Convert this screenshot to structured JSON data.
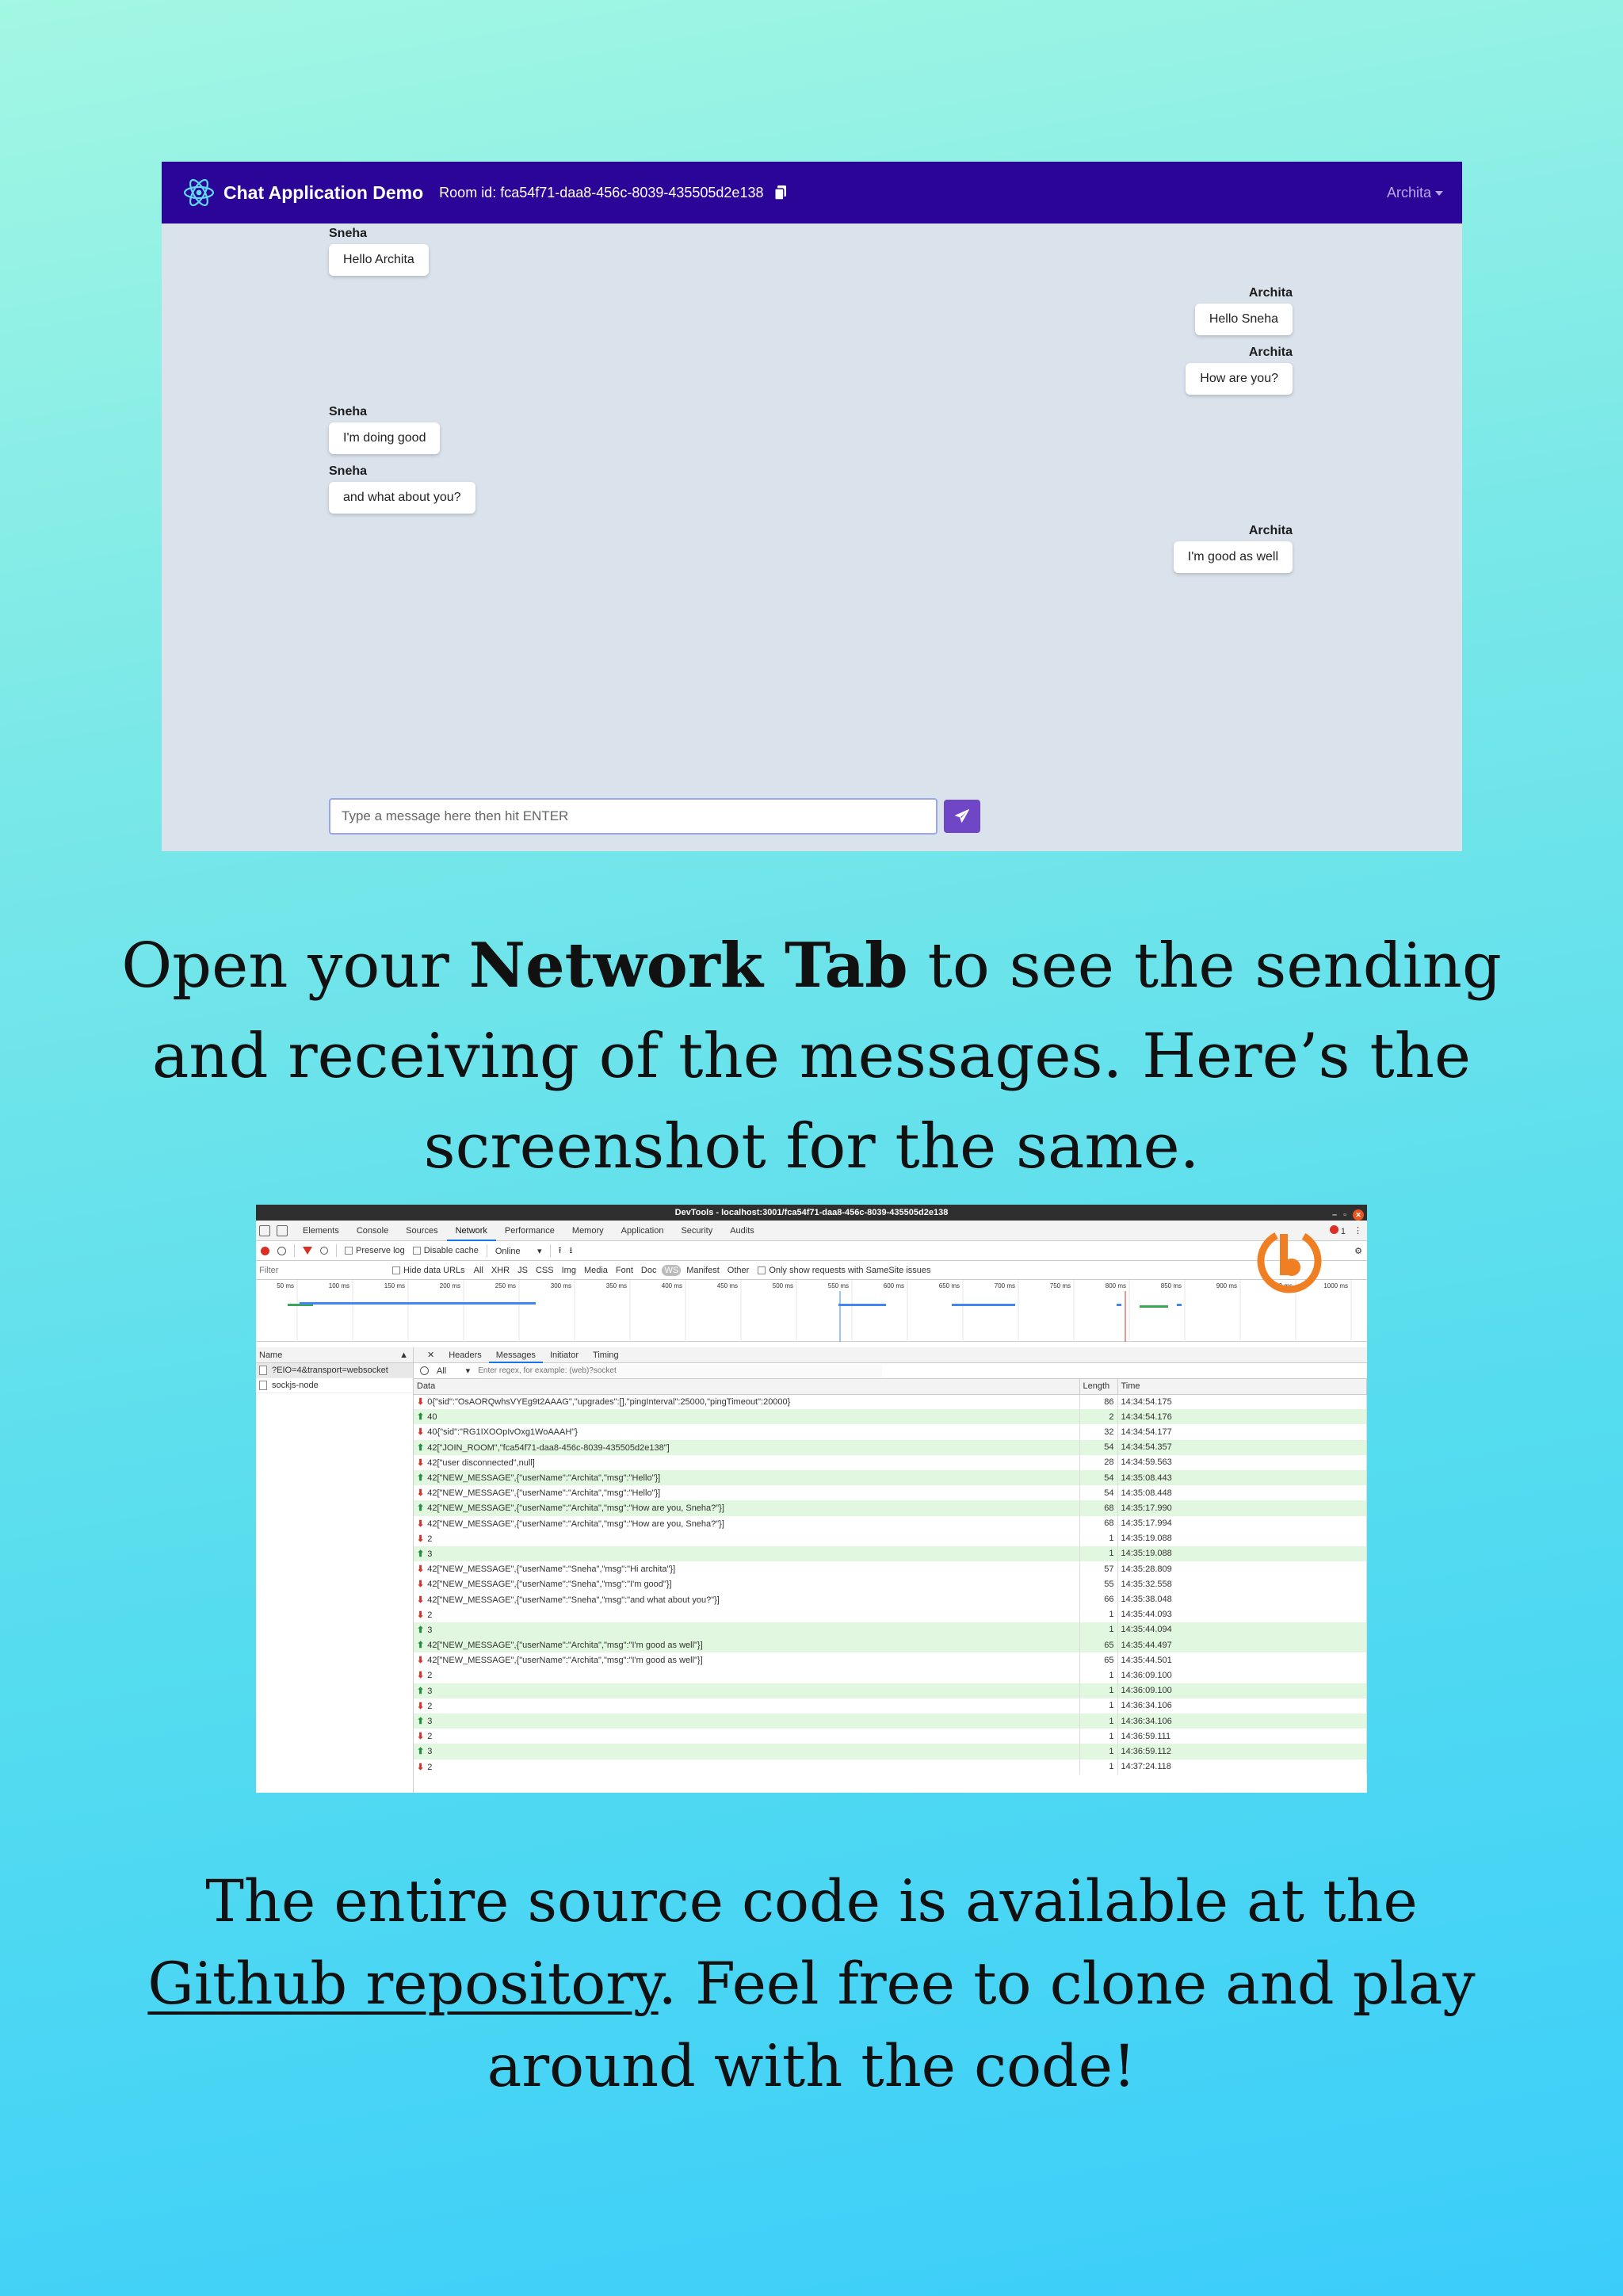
{
  "chat": {
    "brand": "Chat Application Demo",
    "room": "Room id: fca54f71-daa8-456c-8039-435505d2e138",
    "user_menu": "Archita",
    "messages": [
      {
        "who": "Sneha",
        "text": "Hello Archita",
        "side": "left"
      },
      {
        "who": "Archita",
        "text": "Hello Sneha",
        "side": "right"
      },
      {
        "who": "Archita",
        "text": "How are you?",
        "side": "right"
      },
      {
        "who": "Sneha",
        "text": "I'm doing good",
        "side": "left"
      },
      {
        "who": "Sneha",
        "text": "and what about you?",
        "side": "left"
      },
      {
        "who": "Archita",
        "text": "I'm good as well",
        "side": "right"
      }
    ],
    "input_placeholder": "Type a message here then hit ENTER"
  },
  "article": {
    "p1_before": "Open your ",
    "p1_bold": "Network Tab",
    "p1_after": " to see the sending and receiving of the messages. Here’s the screenshot for the same.",
    "p2_before": "The entire source code is available at the ",
    "p2_link": "Github repository",
    "p2_after": ". Feel free to clone and play around with the code!"
  },
  "devtools": {
    "title": "DevTools - localhost:3001/fca54f71-daa8-456c-8039-435505d2e138",
    "tabs": [
      "Elements",
      "Console",
      "Sources",
      "Network",
      "Performance",
      "Memory",
      "Application",
      "Security",
      "Audits"
    ],
    "active_tab": "Network",
    "error_count": "1",
    "toolbar": {
      "preserve_log": "Preserve log",
      "disable_cache": "Disable cache",
      "throttle": "Online"
    },
    "filter_placeholder": "Filter",
    "hide_data_urls": "Hide data URLs",
    "types": [
      "All",
      "XHR",
      "JS",
      "CSS",
      "Img",
      "Media",
      "Font",
      "Doc",
      "WS",
      "Manifest",
      "Other"
    ],
    "active_type": "WS",
    "samesite": "Only show requests with SameSite issues",
    "timeline_ticks": [
      "50 ms",
      "100 ms",
      "150 ms",
      "200 ms",
      "250 ms",
      "300 ms",
      "350 ms",
      "400 ms",
      "450 ms",
      "500 ms",
      "550 ms",
      "600 ms",
      "650 ms",
      "700 ms",
      "750 ms",
      "800 ms",
      "850 ms",
      "900 ms",
      "950 ms",
      "1000 ms"
    ],
    "names_header": "Name",
    "names": [
      "?EIO=4&transport=websocket",
      "sockjs-node"
    ],
    "subtabs": [
      "Headers",
      "Messages",
      "Initiator",
      "Timing"
    ],
    "active_subtab": "Messages",
    "msg_filter_option": "All",
    "regex_placeholder": "Enter regex, for example: (web)?socket",
    "columns": {
      "data": "Data",
      "length": "Length",
      "time": "Time"
    },
    "rows": [
      {
        "dir": "down",
        "data": "0{\"sid\":\"OsAORQwhsVYEg9t2AAAG\",\"upgrades\":[],\"pingInterval\":25000,\"pingTimeout\":20000}",
        "len": "86",
        "time": "14:34:54.175"
      },
      {
        "dir": "up",
        "data": "40",
        "len": "2",
        "time": "14:34:54.176"
      },
      {
        "dir": "down",
        "data": "40{\"sid\":\"RG1IXOOpIvOxg1WoAAAH\"}",
        "len": "32",
        "time": "14:34:54.177"
      },
      {
        "dir": "up",
        "data": "42[\"JOIN_ROOM\",\"fca54f71-daa8-456c-8039-435505d2e138\"]",
        "len": "54",
        "time": "14:34:54.357"
      },
      {
        "dir": "down",
        "data": "42[\"user disconnected\",null]",
        "len": "28",
        "time": "14:34:59.563"
      },
      {
        "dir": "up",
        "data": "42[\"NEW_MESSAGE\",{\"userName\":\"Archita\",\"msg\":\"Hello\"}]",
        "len": "54",
        "time": "14:35:08.443"
      },
      {
        "dir": "down",
        "data": "42[\"NEW_MESSAGE\",{\"userName\":\"Archita\",\"msg\":\"Hello\"}]",
        "len": "54",
        "time": "14:35:08.448"
      },
      {
        "dir": "up",
        "data": "42[\"NEW_MESSAGE\",{\"userName\":\"Archita\",\"msg\":\"How are you, Sneha?\"}]",
        "len": "68",
        "time": "14:35:17.990"
      },
      {
        "dir": "down",
        "data": "42[\"NEW_MESSAGE\",{\"userName\":\"Archita\",\"msg\":\"How are you, Sneha?\"}]",
        "len": "68",
        "time": "14:35:17.994"
      },
      {
        "dir": "down",
        "data": "2",
        "len": "1",
        "time": "14:35:19.088"
      },
      {
        "dir": "up",
        "data": "3",
        "len": "1",
        "time": "14:35:19.088"
      },
      {
        "dir": "down",
        "data": "42[\"NEW_MESSAGE\",{\"userName\":\"Sneha\",\"msg\":\"Hi archita\"}]",
        "len": "57",
        "time": "14:35:28.809"
      },
      {
        "dir": "down",
        "data": "42[\"NEW_MESSAGE\",{\"userName\":\"Sneha\",\"msg\":\"I'm good\"}]",
        "len": "55",
        "time": "14:35:32.558"
      },
      {
        "dir": "down",
        "data": "42[\"NEW_MESSAGE\",{\"userName\":\"Sneha\",\"msg\":\"and what about you?\"}]",
        "len": "66",
        "time": "14:35:38.048"
      },
      {
        "dir": "down",
        "data": "2",
        "len": "1",
        "time": "14:35:44.093"
      },
      {
        "dir": "up",
        "data": "3",
        "len": "1",
        "time": "14:35:44.094"
      },
      {
        "dir": "up",
        "data": "42[\"NEW_MESSAGE\",{\"userName\":\"Archita\",\"msg\":\"I'm good as well\"}]",
        "len": "65",
        "time": "14:35:44.497"
      },
      {
        "dir": "down",
        "data": "42[\"NEW_MESSAGE\",{\"userName\":\"Archita\",\"msg\":\"I'm good as well\"}]",
        "len": "65",
        "time": "14:35:44.501"
      },
      {
        "dir": "down",
        "data": "2",
        "len": "1",
        "time": "14:36:09.100"
      },
      {
        "dir": "up",
        "data": "3",
        "len": "1",
        "time": "14:36:09.100"
      },
      {
        "dir": "down",
        "data": "2",
        "len": "1",
        "time": "14:36:34.106"
      },
      {
        "dir": "up",
        "data": "3",
        "len": "1",
        "time": "14:36:34.106"
      },
      {
        "dir": "down",
        "data": "2",
        "len": "1",
        "time": "14:36:59.111"
      },
      {
        "dir": "up",
        "data": "3",
        "len": "1",
        "time": "14:36:59.112"
      },
      {
        "dir": "down",
        "data": "2",
        "len": "1",
        "time": "14:37:24.118"
      }
    ]
  },
  "colors": {
    "navbar": "#2b0597",
    "send_button": "#6f47c6",
    "sent_row": "#e2f7df",
    "logo_orange": "#f07f24"
  }
}
